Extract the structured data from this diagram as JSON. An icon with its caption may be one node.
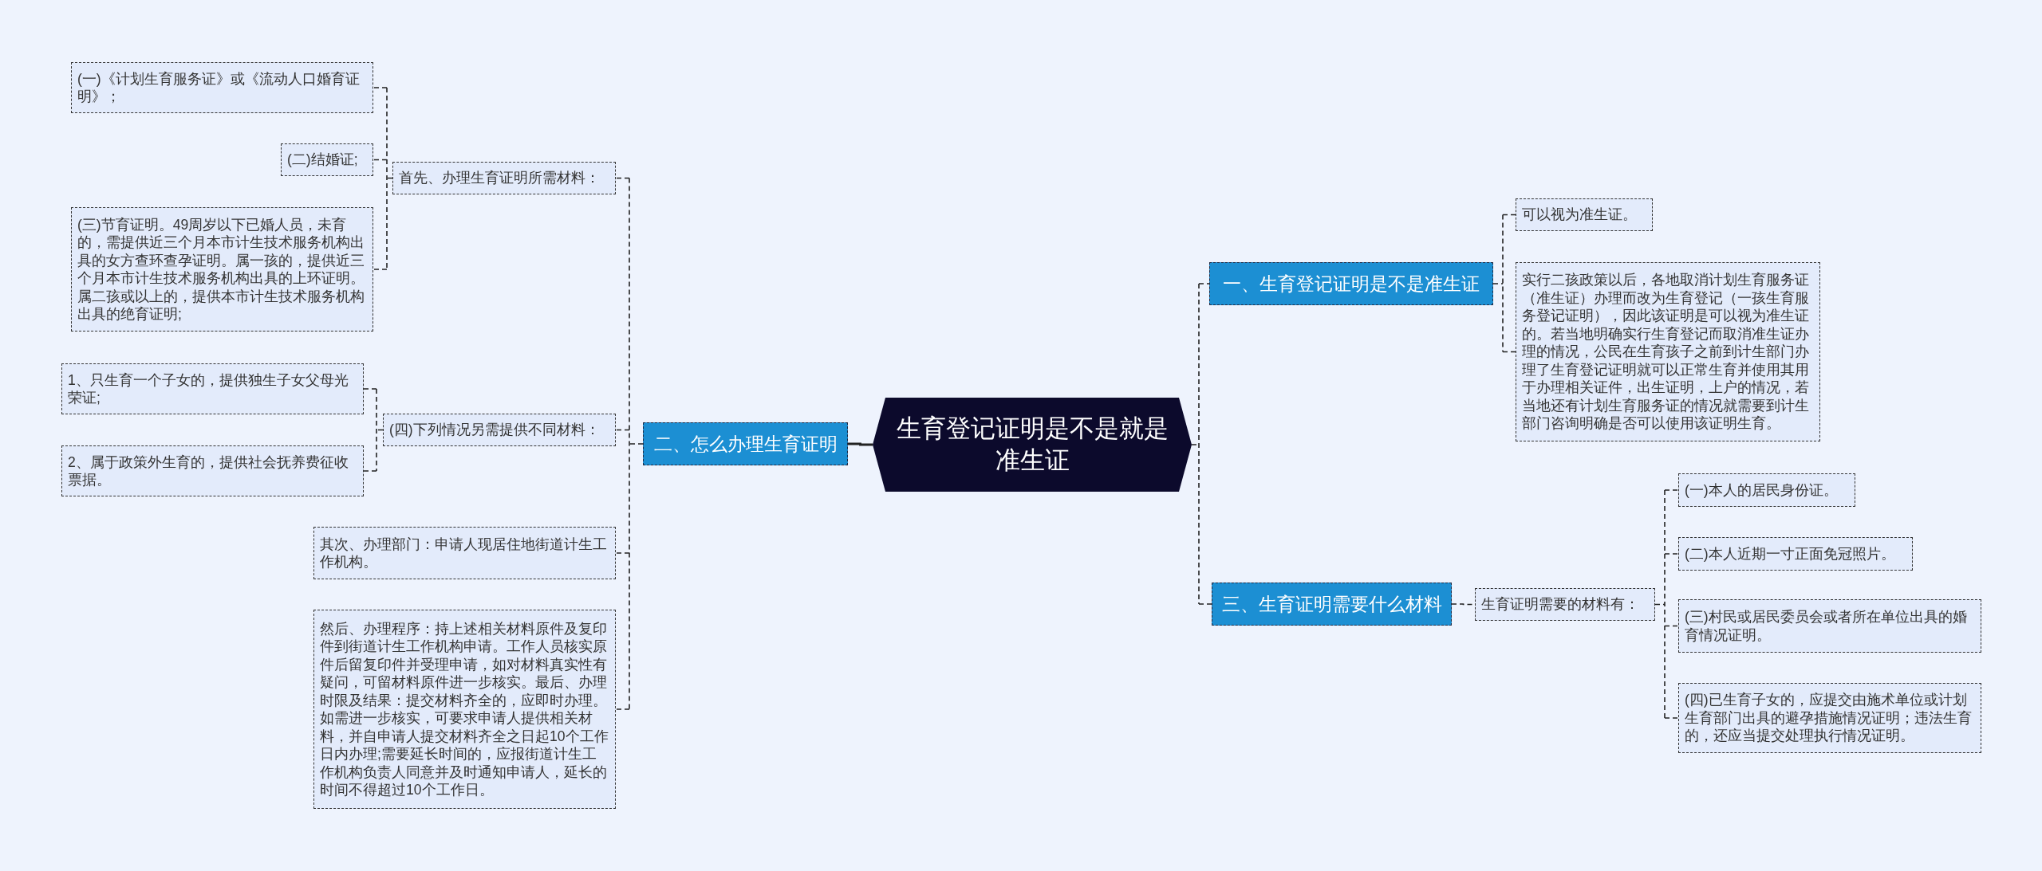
{
  "diagram": {
    "nodes": [
      {
        "text": [
          "生育登记证明是不是就是准生证"
        ]
      },
      {
        "text": [
          "一、生育登记证明是不是准生证"
        ]
      },
      {
        "text": [
          "可以视为准生证。"
        ]
      },
      {
        "text": [
          "实行二孩政策以后，各地取消计划生育服务证（准生证）办理而改为生育登记（一孩生育服务登记证明），因此该证明是可以视为准生证的。若当地明确实行生育登记而取消准生证办理的情况，公民在生育孩子之前到计生部门办理了生育登记证明就可以正常生育并使用其用于办理相关证件，出生证明，上户的情况，若当地还有计划生育服务证的情况就需要到计生部门咨询明确是否可以使用该证明生育。"
        ]
      },
      {
        "text": [
          "二、怎么办理生育证明"
        ]
      },
      {
        "text": [
          "首先、办理生育证明所需材料："
        ]
      },
      {
        "text": [
          "(一)《计划生育服务证》或《流动人口婚育证明》；"
        ]
      },
      {
        "text": [
          "(二)结婚证;"
        ]
      },
      {
        "text": [
          "(三)节育证明。49周岁以下已婚人员，未育的，需提供近三个月本市计生技术服务机构出具的女方查环查孕证明。属一孩的，提供近三个月本市计生技术服务机构出具的上环证明。属二孩或以上的，提供本市计生技术服务机构出具的绝育证明;"
        ]
      },
      {
        "text": [
          "(四)下列情况另需提供不同材料："
        ]
      },
      {
        "text": [
          "1、只生育一个子女的，提供独生子女父母光荣证;"
        ]
      },
      {
        "text": [
          "2、属于政策外生育的，提供社会抚养费征收票据。"
        ]
      },
      {
        "text": [
          "其次、办理部门：申请人现居住地街道计生工作机构。"
        ]
      },
      {
        "text": [
          "然后、办理程序：持上述相关材料原件及复印件到街道计生工作机构申请。工作人员核实原件后留复印件并受理申请，如对材料真实性有疑问，可留材料原件进一步核实。最后、办理时限及结果：提交材料齐全的，应即时办理。如需进一步核实，可要求申请人提供相关材料，并自申请人提交材料齐全之日起10个工作日内办理;需要延长时间的，应报街道计生工作机构负责人同意并及时通知申请人，延长的时间不得超过10个工作日。"
        ]
      },
      {
        "text": [
          "三、生育证明需要什么材料"
        ]
      },
      {
        "text": [
          "生育证明需要的材料有："
        ]
      },
      {
        "text": [
          "(一)本人的居民身份证。"
        ]
      },
      {
        "text": [
          "(二)本人近期一寸正面免冠照片。"
        ]
      },
      {
        "text": [
          "(三)村民或居民委员会或者所在单位出具的婚育情况证明。"
        ]
      },
      {
        "text": [
          "(四)已生育子女的，应提交由施术单位或计划生育部门出具的避孕措施情况证明；违法生育的，还应当提交处理执行情况证明。"
        ]
      }
    ],
    "edges": [
      {
        "from": 0,
        "to": 1,
        "arrow": "none",
        "style": "dashed"
      },
      {
        "from": 1,
        "to": 2,
        "arrow": "none",
        "style": "dashed"
      },
      {
        "from": 1,
        "to": 3,
        "arrow": "none",
        "style": "dashed"
      },
      {
        "from": 0,
        "to": 4,
        "arrow": "none"
      },
      {
        "from": 4,
        "to": 5,
        "arrow": "none",
        "style": "dashed"
      },
      {
        "from": 5,
        "to": 6,
        "arrow": "none",
        "style": "dashed"
      },
      {
        "from": 5,
        "to": 7,
        "arrow": "none",
        "style": "dashed"
      },
      {
        "from": 5,
        "to": 8,
        "arrow": "none",
        "style": "dashed"
      },
      {
        "from": 4,
        "to": 9,
        "arrow": "none",
        "style": "dashed"
      },
      {
        "from": 9,
        "to": 10,
        "arrow": "none",
        "style": "dashed"
      },
      {
        "from": 9,
        "to": 11,
        "arrow": "none",
        "style": "dashed"
      },
      {
        "from": 4,
        "to": 12,
        "arrow": "none",
        "style": "dashed"
      },
      {
        "from": 4,
        "to": 13,
        "arrow": "none",
        "style": "dashed"
      },
      {
        "from": 0,
        "to": 14,
        "arrow": "none",
        "style": "dashed"
      },
      {
        "from": 14,
        "to": 15,
        "arrow": "none",
        "style": "dashed"
      },
      {
        "from": 15,
        "to": 16,
        "arrow": "none",
        "style": "dashed"
      },
      {
        "from": 15,
        "to": 17,
        "arrow": "none",
        "style": "dashed"
      },
      {
        "from": 15,
        "to": 18,
        "arrow": "none",
        "style": "dashed"
      },
      {
        "from": 15,
        "to": 19,
        "arrow": "none",
        "style": "dashed"
      }
    ]
  }
}
